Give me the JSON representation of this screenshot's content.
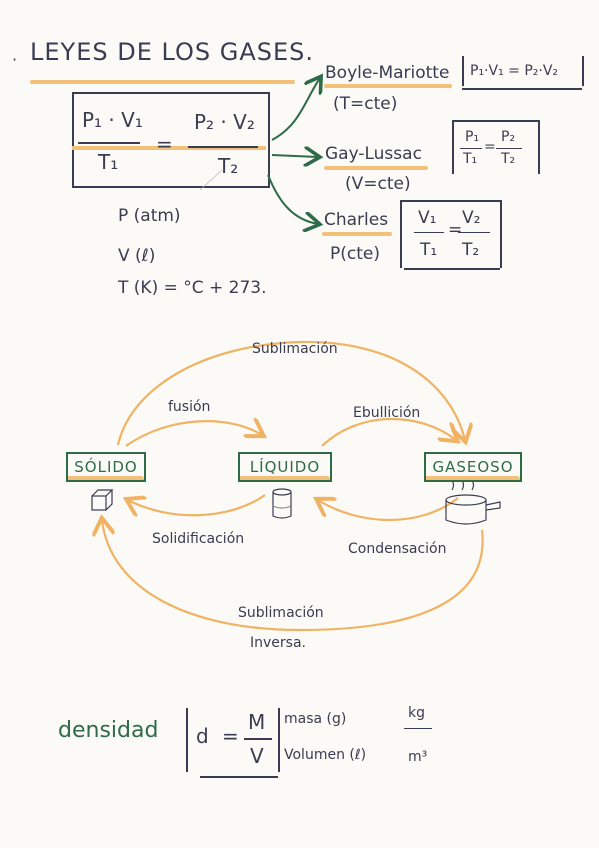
{
  "title": "LEYES DE LOS GASES.",
  "main_formula": {
    "p1v1": "P₁ · V₁",
    "t1": "T₁",
    "eq": "=",
    "p2v2": "P₂ · V₂",
    "t2": "T₂"
  },
  "units": {
    "p": "P (atm)",
    "v": "V (ℓ)",
    "t": "T (K) = °C + 273."
  },
  "laws": [
    {
      "name": "Boyle-Mariotte",
      "cond": "(T=cte)",
      "formula": "P₁·V₁ = P₂·V₂"
    },
    {
      "name": "Gay-Lussac",
      "cond": "(V=cte)",
      "f_num1": "P₁",
      "f_den1": "T₁",
      "f_num2": "P₂",
      "f_den2": "T₂",
      "eq": "="
    },
    {
      "name": "Charles",
      "cond": "P(cte)",
      "f_num1": "V₁",
      "f_den1": "T₁",
      "f_num2": "V₂",
      "f_den2": "T₂",
      "eq": "="
    }
  ],
  "states": {
    "solid": "SÓLIDO",
    "liquid": "LÍQUIDO",
    "gas": "GASEOSO"
  },
  "transitions": {
    "sublimation": "Sublimación",
    "fusion": "fusión",
    "boiling": "Ebullición",
    "solidification": "Solidificación",
    "condensation": "Condensación",
    "inverse_sub_1": "Sublimación",
    "inverse_sub_2": "Inversa."
  },
  "density": {
    "label": "densidad",
    "d": "d",
    "eq": "=",
    "m": "M",
    "v": "V",
    "m_desc": "masa (g)",
    "v_desc": "Volumen (ℓ)",
    "unit_num": "kg",
    "unit_den": "m³"
  },
  "colors": {
    "ink": "#3a3d52",
    "green": "#2f6b48",
    "orange": "#f3c079"
  },
  "icons": [
    "cube-icon",
    "beaker-icon",
    "steaming-pot-icon"
  ]
}
